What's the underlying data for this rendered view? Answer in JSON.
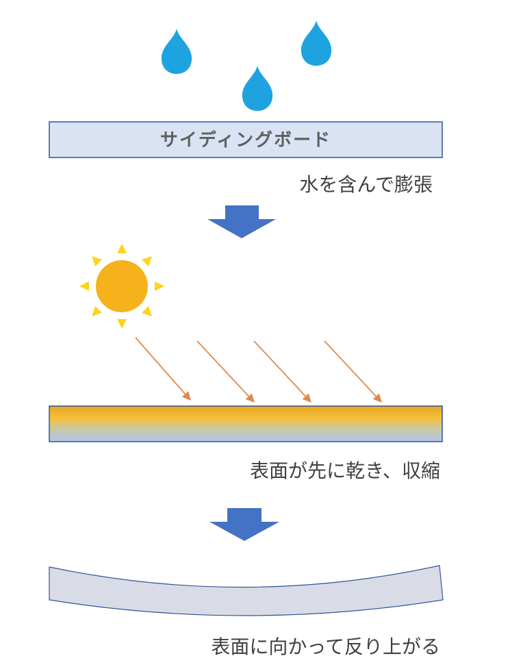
{
  "board": {
    "label": "サイディングボード"
  },
  "steps": [
    {
      "caption": "水を含んで膨張"
    },
    {
      "caption": "表面が先に乾き、収縮"
    },
    {
      "caption": "表面に向かって反り上がる"
    }
  ],
  "icons": {
    "rain": "raindrop-icon",
    "sun": "sun-icon",
    "step_arrow": "down-arrow-icon"
  },
  "colors": {
    "raindrop": "#1fa3e0",
    "board_fill": "#dae3f3",
    "board_stroke": "#2f5597",
    "arrow": "#4472c4",
    "sun": "#f5b21a",
    "sun_rays": "#ffd21e",
    "sunlight": "#e0894a",
    "dry_surface": "#f2b431",
    "wet_core": "#b4c7e7",
    "warped_board": "#d9dce6"
  }
}
